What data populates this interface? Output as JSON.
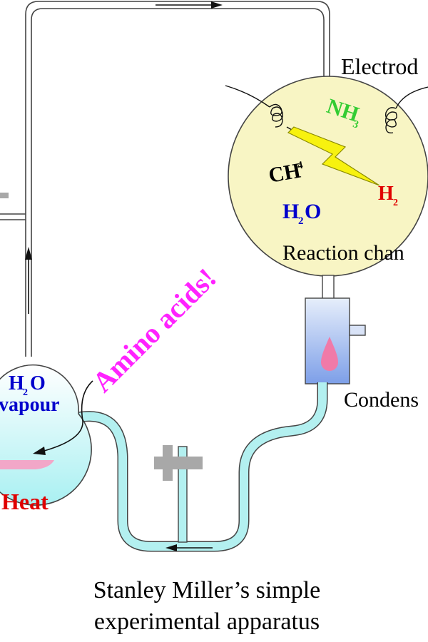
{
  "labels": {
    "electrodes": "Electrod",
    "nh3_main": "NH",
    "nh3_sub": "3",
    "ch4_main": "CH",
    "ch4_sub": "4",
    "h2o_chamber_main": "H",
    "h2o_chamber_sub": "2",
    "h2o_chamber_tail": "O",
    "h2_main": "H",
    "h2_sub": "2",
    "reaction_chamber": "Reaction chan",
    "amino_acids": "Amino acids!",
    "h2o_flask_main": "H",
    "h2o_flask_sub": "2",
    "h2o_flask_tail": "O",
    "vapour": "vapour",
    "heat": "Heat",
    "condenser": "Condens"
  },
  "caption": {
    "line1": "Stanley Miller’s simple",
    "line2": "experimental apparatus"
  },
  "colors": {
    "chamber_fill": "#f8f5c4",
    "tube_fill": "#b3f0f0",
    "flask_fill": "#a9f0f2",
    "water_pink": "#f2a7c8",
    "droplet": "#f07aa8",
    "spark": "#f7f20f",
    "nh3": "#33cc33",
    "h2o": "#0000cc",
    "h2": "#e00000",
    "amino": "#ff22ff",
    "heat": "#e00000",
    "tap": "#a8a8a8"
  },
  "icons": [
    "spark-icon",
    "droplet-icon",
    "flow-arrow-icon",
    "tap-icon"
  ]
}
